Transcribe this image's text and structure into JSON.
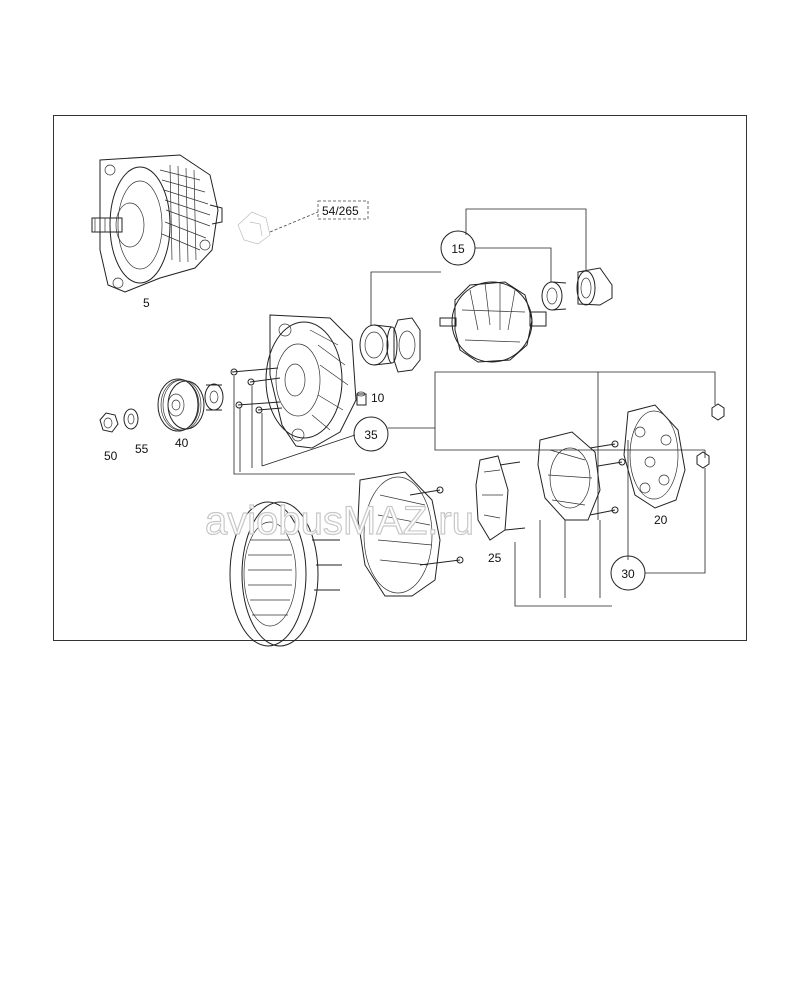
{
  "diagram": {
    "parts": {
      "p5": "5",
      "p54": "54/265",
      "p10": "10",
      "p40": "40",
      "p50": "50",
      "p55": "55",
      "p25": "25",
      "p20": "20"
    },
    "groups": {
      "g15": "15",
      "g35": "35",
      "g30": "30"
    }
  },
  "watermark": "aviobusMAZ.ru"
}
